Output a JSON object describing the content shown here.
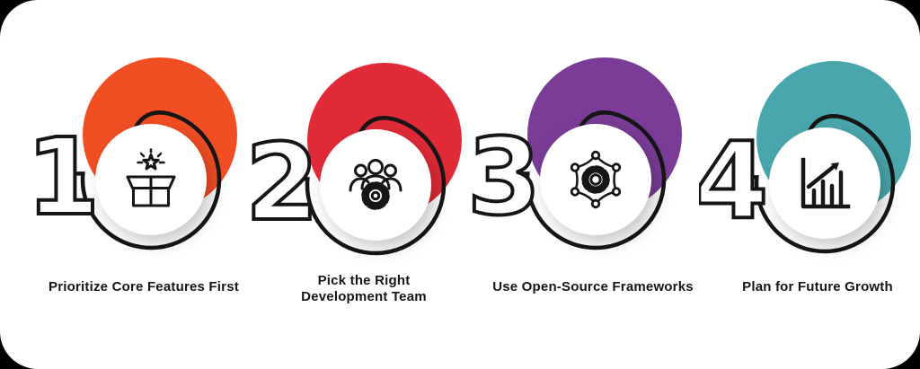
{
  "page": {
    "background_color": "#000000",
    "card_color": "#ffffff",
    "outline_color": "#161616"
  },
  "steps": [
    {
      "number": "1",
      "label": "Prioritize Core Features First",
      "color": "#F24E23",
      "icon": "gift-box-star-icon"
    },
    {
      "number": "2",
      "label": "Pick the Right Development Team",
      "color": "#E12A38",
      "icon": "team-gear-icon"
    },
    {
      "number": "3",
      "label": "Use Open-Source Frameworks",
      "color": "#7A3C96",
      "icon": "network-gear-icon"
    },
    {
      "number": "4",
      "label": "Plan for Future Growth",
      "color": "#4AA6AD",
      "icon": "growth-chart-icon"
    }
  ]
}
